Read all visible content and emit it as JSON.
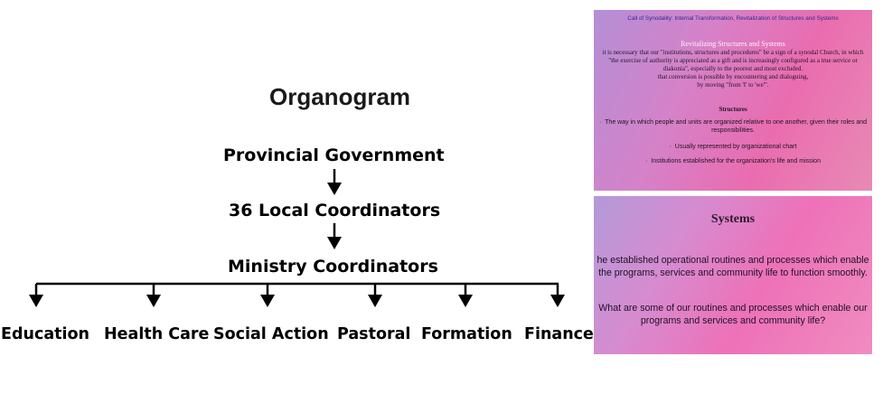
{
  "organogram": {
    "title": "Organogram",
    "root": "Provincial Government",
    "level2": "36 Local Coordinators",
    "level3": "Ministry Coordinators",
    "leaves": [
      "Education",
      "Health Care",
      "Social Action",
      "Pastoral",
      "Formation",
      "Finance"
    ]
  },
  "slide1": {
    "header": "Call of Synodality: Internal Transformation, Revitalization of Structures and Systems",
    "subtitle": "Revitalizing Structures and Systems",
    "para1": "it is necessary that our \"institutions, structures and procedures\" be a sign of a synodal Church, in which \"the exercise of authority is appreciated as a gift and is increasingly configured as a true service or diakonia\", especially to the poorest and most excluded.",
    "para2": "that conversion is possible by encountering and dialoguing,",
    "para3": "by moving \"from 'I' to 'we'\".",
    "structures_label": "Structures",
    "bullets": [
      "The way in which people and units are organized relative to one another, given their roles and responsibilities.",
      "Usually represented by organizational chart",
      "Institutions established for the organization's life and mission"
    ]
  },
  "slide2": {
    "title": "Systems",
    "p1": "he established operational routines and processes which enable the programs, services and community life to function smoothly.",
    "p2": "What are some of our routines and processes which enable our programs and services and community life?"
  },
  "colors": {
    "arrow": "#000000",
    "title": "#1a1a1a",
    "slide_header": "#2e2a8a"
  }
}
